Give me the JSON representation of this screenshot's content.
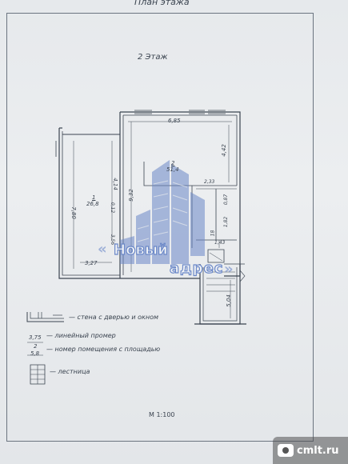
{
  "header_title": "План этажа",
  "floor_title": "2 Этаж",
  "scale": "М 1:100",
  "dimensions": {
    "d685": "6,85",
    "d442": "4,42",
    "d414": "4,14",
    "d780": "7,80",
    "d932": "9,32",
    "d012": "0,12",
    "d356": "3,56",
    "d327": "3,27",
    "d233": "2,33",
    "d087": "0,87",
    "d182": "1,82",
    "d143": "1,43",
    "d504": "5,04",
    "d18": "18"
  },
  "rooms": {
    "r1_num": "1",
    "r1_area": "26,8",
    "r2_num": "2",
    "r2_area": "51,4"
  },
  "legend": {
    "wall": "— стена с дверью и окном",
    "dim_value": "3,75",
    "dim": "— линейный промер",
    "room_num": "2",
    "room_area": "5,8",
    "room": "— номер помещения с площадью",
    "stairs": "— лестница"
  },
  "watermark": {
    "line1": "Новый",
    "line2": "адрес"
  },
  "site_label": "cmlt.ru",
  "colors": {
    "ink": "#3b4450",
    "watermark": "#6b88c8"
  }
}
